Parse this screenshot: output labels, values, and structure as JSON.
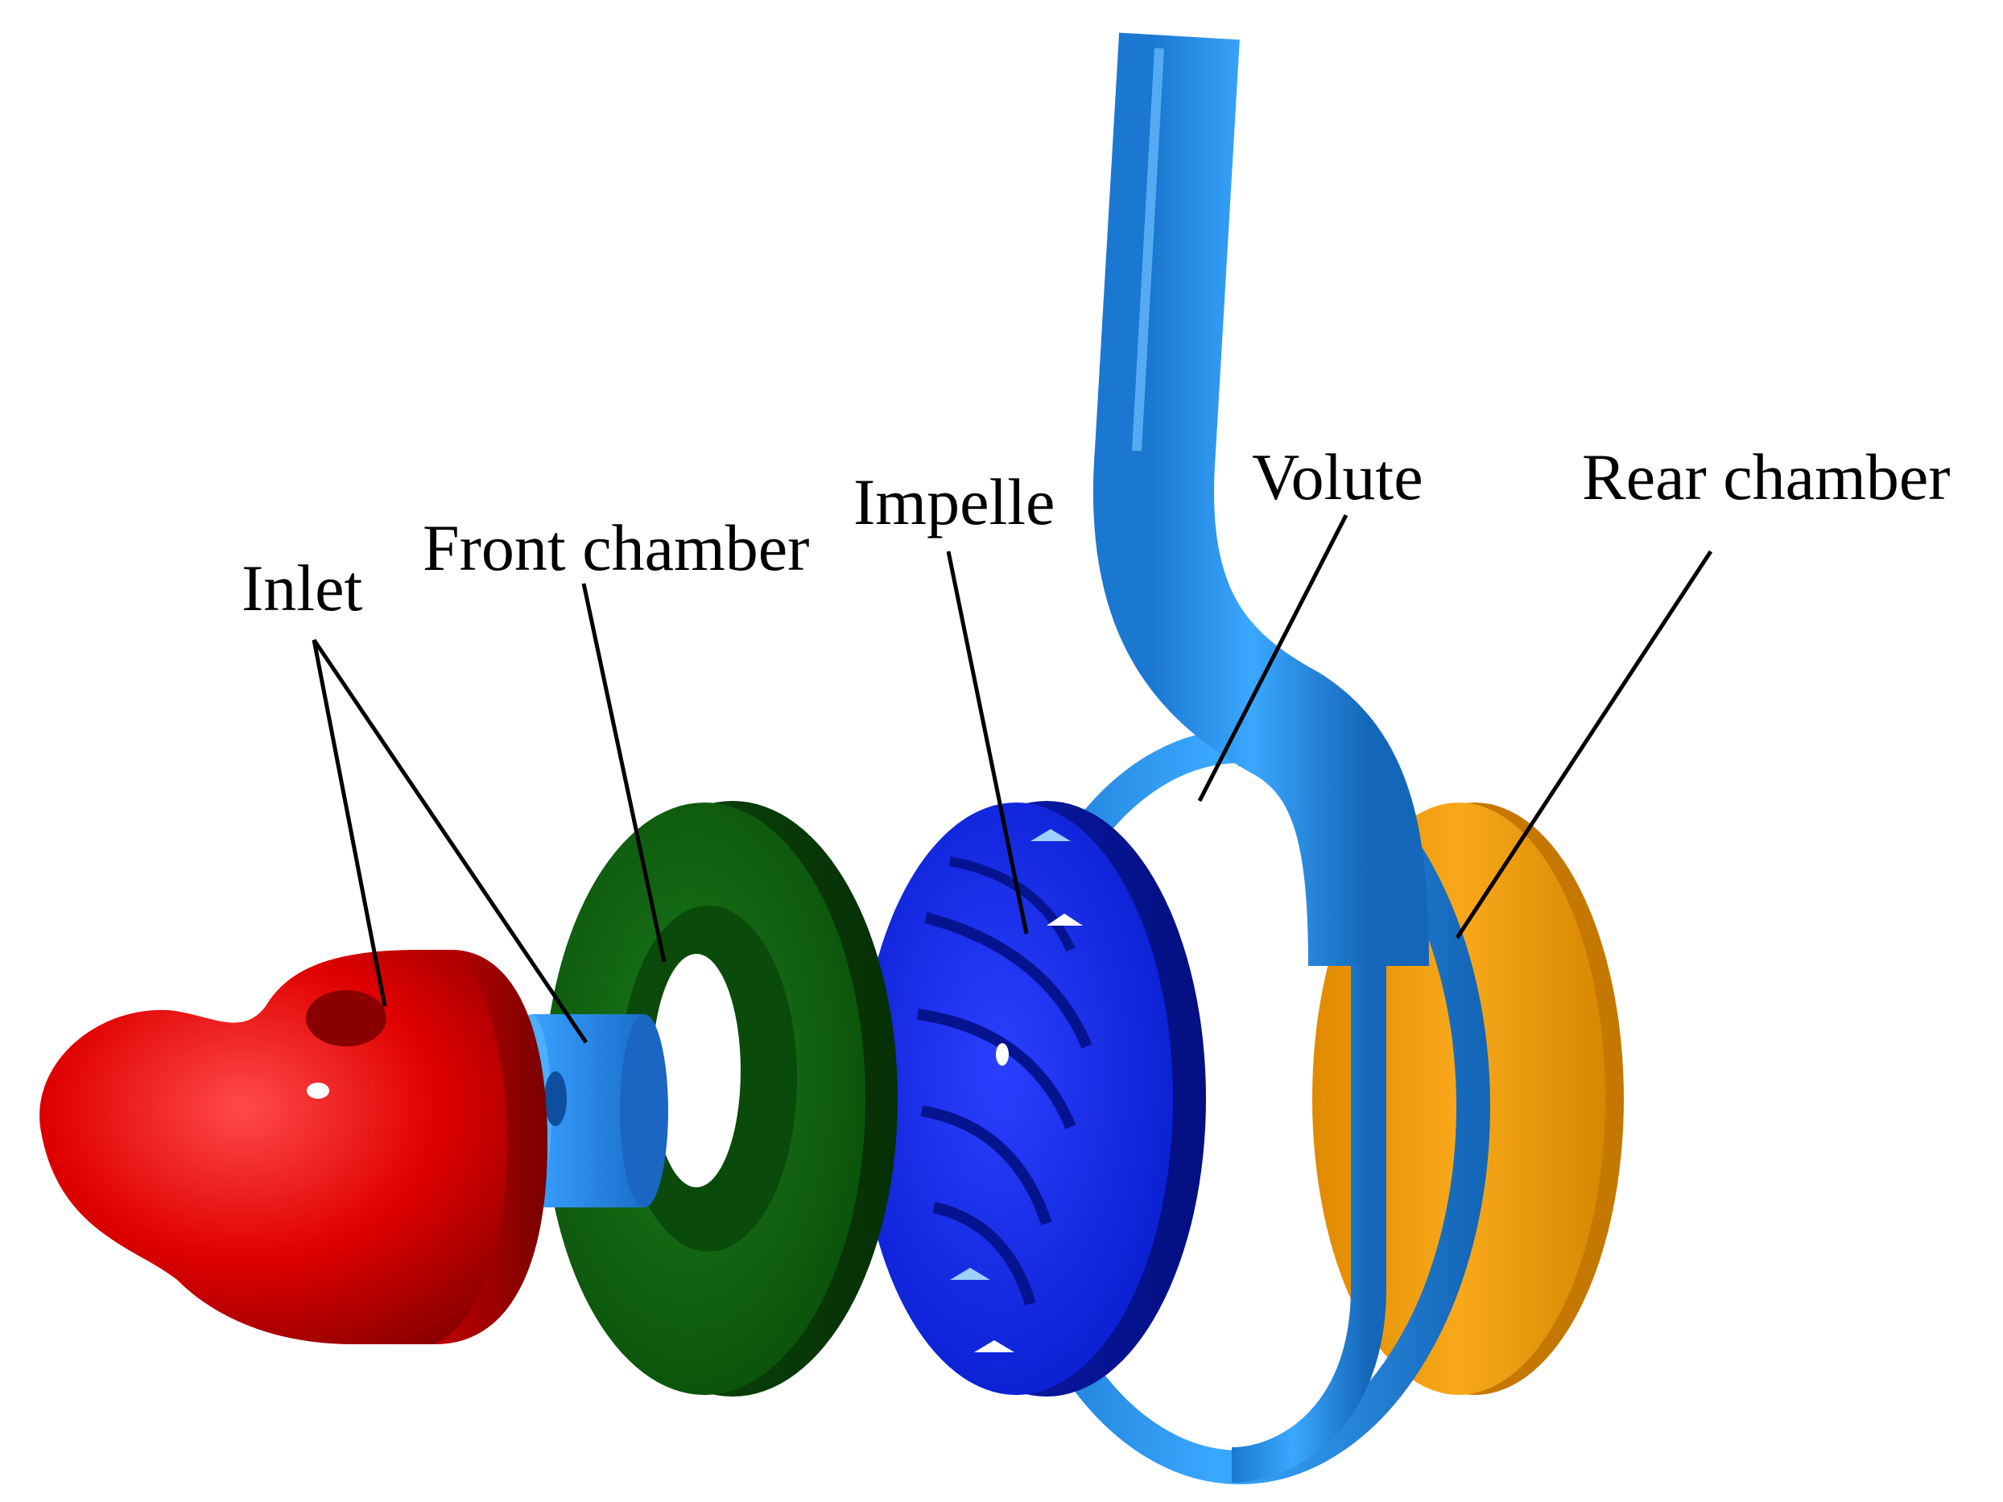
{
  "labels": {
    "inlet": "Inlet",
    "front_chamber": "Front chamber",
    "impeller": "Impelle",
    "volute": "Volute",
    "rear_chamber": "Rear chamber"
  },
  "colors": {
    "inlet": "#e00000",
    "inlet_connector": "#2a8fe8",
    "front_chamber": "#0d5c0d",
    "impeller": "#0a1fe0",
    "volute": "#1f8fe6",
    "rear_chamber": "#f8a81a",
    "leader": "#000000",
    "background": "#ffffff"
  }
}
